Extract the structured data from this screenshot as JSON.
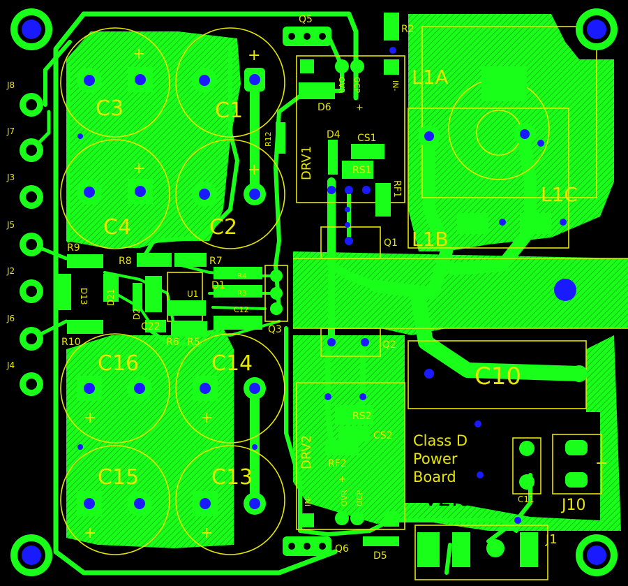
{
  "board": {
    "title_lines": [
      "Class D",
      "Power",
      "Board"
    ],
    "version": "V2.06"
  },
  "colors": {
    "background": "#000000",
    "copper": "#1aff1a",
    "silkscreen": "#e6e600",
    "drill": "#1a1aff"
  },
  "capacitors": {
    "c3": "C3",
    "c1": "C1",
    "c4": "C4",
    "c2": "C2",
    "c16": "C16",
    "c14": "C14",
    "c15": "C15",
    "c13": "C13",
    "c10": "C10",
    "c11": "C11",
    "c12": "C12",
    "c22": "C22"
  },
  "resistors": {
    "r2": "R2",
    "r3": "R3",
    "r4": "R4",
    "r5": "R5",
    "r6": "R6",
    "r7": "R7",
    "r8": "R8",
    "r9": "R9",
    "r10": "R10",
    "r12": "R12",
    "rs1": "RS1",
    "rs2": "RS2",
    "rf1": "RF1",
    "rf2": "RF2"
  },
  "semis": {
    "q1": "Q1",
    "q2": "Q2",
    "q3": "Q3",
    "q5": "Q5",
    "q6": "Q6",
    "d1": "D1",
    "d2": "D2",
    "d4": "D4",
    "d5": "D5",
    "d6": "D6",
    "d13": "D13",
    "d21": "D21",
    "u1": "U1",
    "cs1": "CS1",
    "cs2": "CS2"
  },
  "drivers": {
    "drv1": "DRV1",
    "drv2": "DRV2",
    "pin_in": "IN-",
    "pin_ovr": "OVR",
    "pin_ocp": "OCP",
    "pin_plus": "+"
  },
  "inductors": {
    "l1a": "L1A",
    "l1b": "L1B",
    "l1c": "L1C"
  },
  "connectors": {
    "j1": "J1",
    "j2": "J2",
    "j3": "J3",
    "j4": "J4",
    "j5": "J5",
    "j6": "J6",
    "j7": "J7",
    "j8": "J8",
    "j10": "J10"
  },
  "polarity": {
    "plus": "+",
    "minus": "−"
  }
}
